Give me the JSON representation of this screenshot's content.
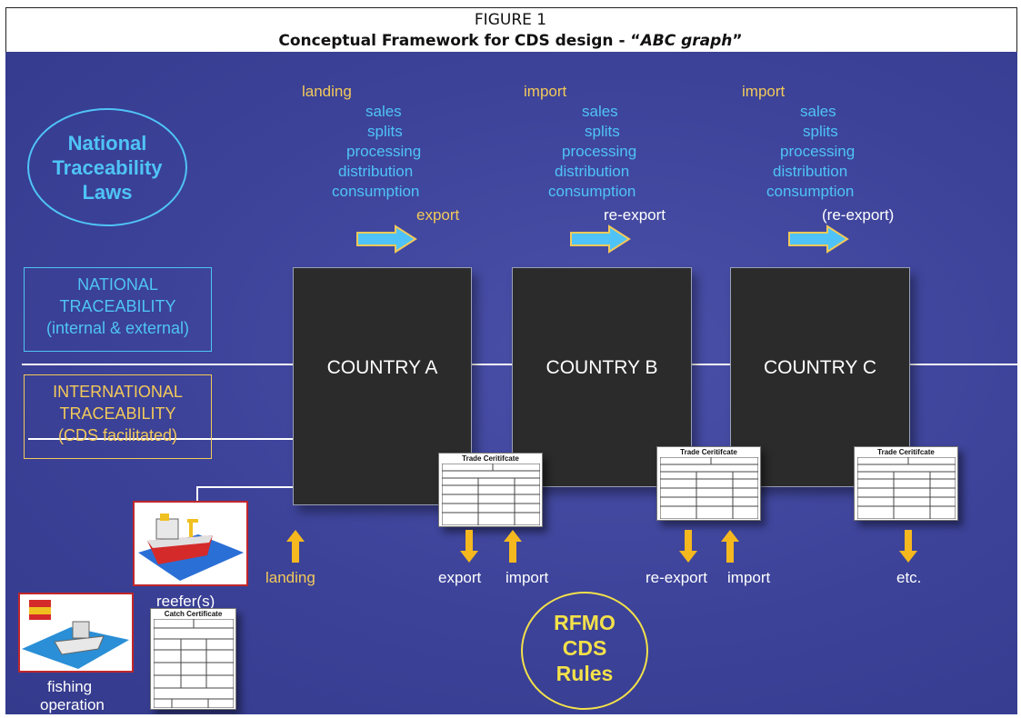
{
  "caption": {
    "figure_label": "FIGURE 1",
    "title_prefix": "Conceptual Framework for CDS design - “",
    "title_italic": "ABC graph",
    "title_suffix": "”"
  },
  "national_laws": {
    "line1": "National",
    "line2": "Traceability",
    "line3": "Laws"
  },
  "national_traceability": {
    "line1": "NATIONAL",
    "line2": "TRACEABILITY",
    "line3": "(internal & external)"
  },
  "international_traceability": {
    "line1": "INTERNATIONAL",
    "line2": "TRACEABILITY",
    "line3": "(CDS facilitated)"
  },
  "stages": [
    {
      "start": "landing",
      "steps": [
        "sales",
        "splits",
        "processing",
        "distribution",
        "consumption"
      ],
      "end": "export"
    },
    {
      "start": "import",
      "steps": [
        "sales",
        "splits",
        "processing",
        "distribution",
        "consumption"
      ],
      "end": "re-export"
    },
    {
      "start": "import",
      "steps": [
        "sales",
        "splits",
        "processing",
        "distribution",
        "consumption"
      ],
      "end": "(re-export)"
    }
  ],
  "countries": [
    "COUNTRY A",
    "COUNTRY B",
    "COUNTRY C"
  ],
  "trade_certificate_title": "Trade Ceritifcate",
  "catch_certificate_title": "Catch Certificate",
  "flow_labels": {
    "landing": "landing",
    "export": "export",
    "import_b": "import",
    "re_export": "re-export",
    "import_c": "import",
    "etc": "etc."
  },
  "reefer_label": "reefer(s)",
  "fishing_label": {
    "line1": "fishing",
    "line2": "operation"
  },
  "rfmo": {
    "line1": "RFMO",
    "line2": "CDS",
    "line3": "Rules"
  },
  "colors": {
    "panel": "#3c4298",
    "cyan": "#4fc3f7",
    "yellow": "#f3c95a",
    "country_box": "#2b2b2b",
    "arrow_cyan": "#4fc3f7",
    "arrow_yellow": "#f5b81f"
  }
}
